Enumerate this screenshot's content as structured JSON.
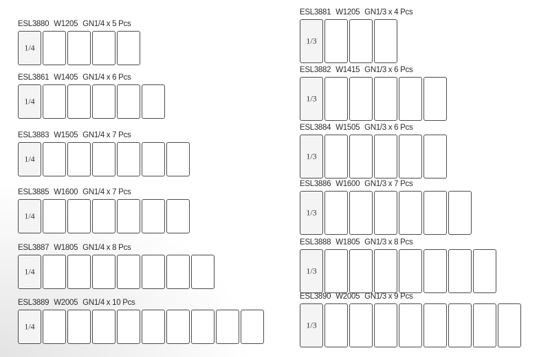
{
  "left_column": [
    {
      "code": "ESL3880",
      "width": "W1205",
      "spec": "GN1/4 x 5 Pcs",
      "pan_label": "1/4",
      "pieces": 5
    },
    {
      "code": "ESL3861",
      "width": "W1405",
      "spec": "GN1/4 x 6 Pcs",
      "pan_label": "1/4",
      "pieces": 6
    },
    {
      "code": "ESL3883",
      "width": "W1505",
      "spec": "GN1/4 x 7 Pcs",
      "pan_label": "1/4",
      "pieces": 7
    },
    {
      "code": "ESL3885",
      "width": "W1600",
      "spec": "GN1/4 x 7 Pcs",
      "pan_label": "1/4",
      "pieces": 7
    },
    {
      "code": "ESL3887",
      "width": "W1805",
      "spec": "GN1/4 x 8 Pcs",
      "pan_label": "1/4",
      "pieces": 8
    },
    {
      "code": "ESL3889",
      "width": "W2005",
      "spec": "GN1/4 x 10 Pcs",
      "pan_label": "1/4",
      "pieces": 10
    }
  ],
  "right_column": [
    {
      "code": "ESL3881",
      "width": "W1205",
      "spec": "GN1/3 x 4 Pcs",
      "pan_label": "1/3",
      "pieces": 4
    },
    {
      "code": "ESL3882",
      "width": "W1415",
      "spec": "GN1/3 x 6 Pcs",
      "pan_label": "1/3",
      "pieces": 6
    },
    {
      "code": "ESL3884",
      "width": "W1505",
      "spec": "GN1/3 x 6 Pcs",
      "pan_label": "1/3",
      "pieces": 6
    },
    {
      "code": "ESL3886",
      "width": "W1600",
      "spec": "GN1/3 x 7 Pcs",
      "pan_label": "1/3",
      "pieces": 7
    },
    {
      "code": "ESL3888",
      "width": "W1805",
      "spec": "GN1/3 x 8 Pcs",
      "pan_label": "1/3",
      "pieces": 8
    },
    {
      "code": "ESL3890",
      "width": "W2005",
      "spec": "GN1/3 x 9 Pcs",
      "pan_label": "1/3",
      "pieces": 9
    }
  ]
}
